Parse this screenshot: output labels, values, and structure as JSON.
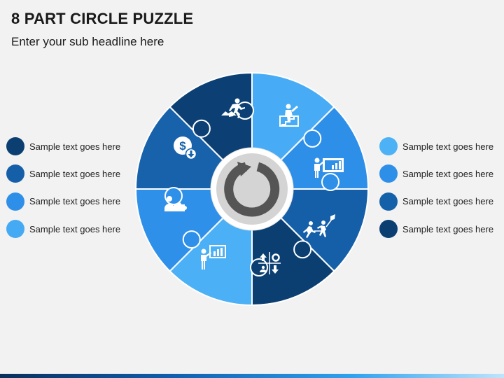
{
  "header": {
    "title": "8 PART CIRCLE PUZZLE",
    "subtitle": "Enter your sub headline here"
  },
  "legend_left": [
    {
      "label": "Sample text goes here",
      "color": "#0b3f72"
    },
    {
      "label": "Sample text goes here",
      "color": "#145fa8"
    },
    {
      "label": "Sample text goes here",
      "color": "#2d8fe8"
    },
    {
      "label": "Sample text goes here",
      "color": "#45aaf4"
    }
  ],
  "legend_right": [
    {
      "label": "Sample text goes here",
      "color": "#4cb2f5"
    },
    {
      "label": "Sample text goes here",
      "color": "#2e8fe8"
    },
    {
      "label": "Sample text goes here",
      "color": "#1561a9"
    },
    {
      "label": "Sample text goes here",
      "color": "#0b3f72"
    }
  ],
  "segments": [
    {
      "color": "#47acf5",
      "icon": "climbing-stairs-icon"
    },
    {
      "color": "#2e8fe8",
      "icon": "presentation-board-icon"
    },
    {
      "color": "#145fa8",
      "icon": "running-team-icon"
    },
    {
      "color": "#0b3f72",
      "icon": "strategy-grid-icon"
    },
    {
      "color": "#4bb0f5",
      "icon": "presenter-chart-icon"
    },
    {
      "color": "#2f90e9",
      "icon": "people-puzzle-icon"
    },
    {
      "color": "#1762ab",
      "icon": "dollar-download-icon"
    },
    {
      "color": "#0c4074",
      "icon": "mountain-runner-icon"
    }
  ],
  "center": {
    "icon": "refresh-cycle-icon",
    "ring_color": "#ffffff",
    "icon_color": "#555555"
  }
}
